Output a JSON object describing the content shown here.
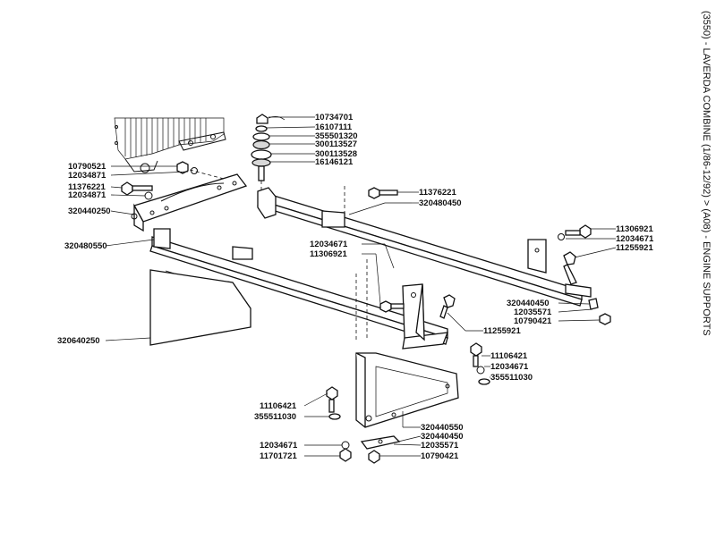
{
  "side_title": "(3550) - LAVERDA COMBINE (1/86-12/92) > (A08) - ENGINE SUPPORTS",
  "labels": {
    "p10734701": "10734701",
    "p16107111": "16107111",
    "p355501320": "355501320",
    "p300113527": "300113527",
    "p300113528": "300113528",
    "p16146121": "16146121",
    "p10790521": "10790521",
    "p12034871_a": "12034871",
    "p11376221_a": "11376221",
    "p12034871_b": "12034871",
    "p320440250": "320440250",
    "p11376221_b": "11376221",
    "p320480450": "320480450",
    "p320480550": "320480550",
    "p12034671_a": "12034671",
    "p11306921_a": "11306921",
    "p11306921_b": "11306921",
    "p12034671_b": "12034671",
    "p11255921_a": "11255921",
    "p320440450_a": "320440450",
    "p12035571_a": "12035571",
    "p10790421_a": "10790421",
    "p11255921_b": "11255921",
    "p320640250": "320640250",
    "p11106421_a": "11106421",
    "p12034671_c": "12034671",
    "p355511030_a": "355511030",
    "p11106421_b": "11106421",
    "p355511030_b": "355511030",
    "p320440550": "320440550",
    "p320440450_b": "320440450",
    "p12034671_d": "12034671",
    "p12035571_b": "12035571",
    "p11701721": "11701721",
    "p10790421_b": "10790421"
  }
}
